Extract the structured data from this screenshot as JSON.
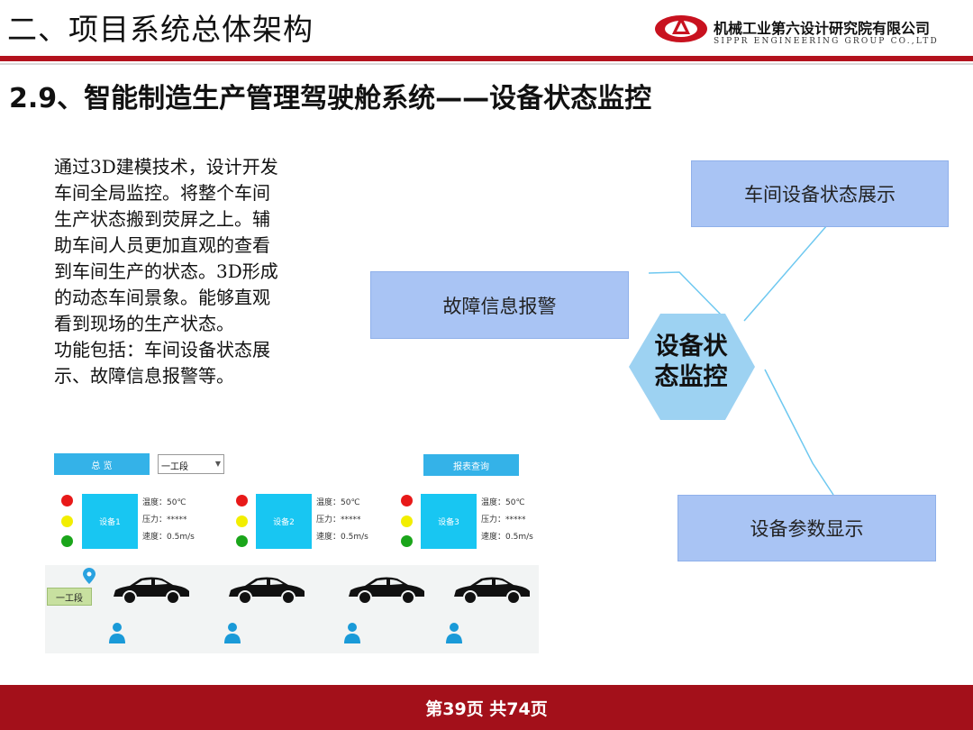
{
  "header": {
    "section_title": "二、项目系统总体架构",
    "company_cn": "机械工业第六设计研究院有限公司",
    "company_en": "SIPPR ENGINEERING GROUP CO.,LTD"
  },
  "slide": {
    "title": "2.9、智能制造生产管理驾驶舱系统——设备状态监控",
    "description_lines": [
      "通过3D建模技术，设计开发",
      "车间全局监控。将整个车间",
      "生产状态搬到荧屏之上。辅",
      "助车间人员更加直观的查看",
      "到车间生产的状态。3D形成",
      "的动态车间景象。能够直观",
      "看到现场的生产状态。",
      "功能包括：车间设备状态展",
      "示、故障信息报警等。"
    ]
  },
  "diagram": {
    "center_line1": "设备状",
    "center_line2": "态监控",
    "box_top": "车间设备状态展示",
    "box_left": "故障信息报警",
    "box_bottom": "设备参数显示",
    "colors": {
      "box_fill": "#a9c4f4",
      "hexagon_fill": "#9dd2f2",
      "connector": "#6ec8f0"
    }
  },
  "mockup": {
    "overview_button": "总  览",
    "report_button": "报表查询",
    "section_select": "一工段",
    "floor_tag": "一工段",
    "devices": [
      {
        "name": "设备1",
        "temperature": "温度：50℃",
        "pressure": "压力：*****",
        "speed": "速度：0.5m/s"
      },
      {
        "name": "设备2",
        "temperature": "温度：50℃",
        "pressure": "压力：*****",
        "speed": "速度：0.5m/s"
      },
      {
        "name": "设备3",
        "temperature": "温度：50℃",
        "pressure": "压力：*****",
        "speed": "速度：0.5m/s"
      }
    ],
    "colors": {
      "button": "#34b2e8",
      "device": "#18c6f2",
      "red": "#e81919",
      "yellow": "#f2ee00",
      "green": "#1aa51a"
    }
  },
  "footer": {
    "page_text": "第39页  共74页",
    "color": "#a3101a"
  }
}
